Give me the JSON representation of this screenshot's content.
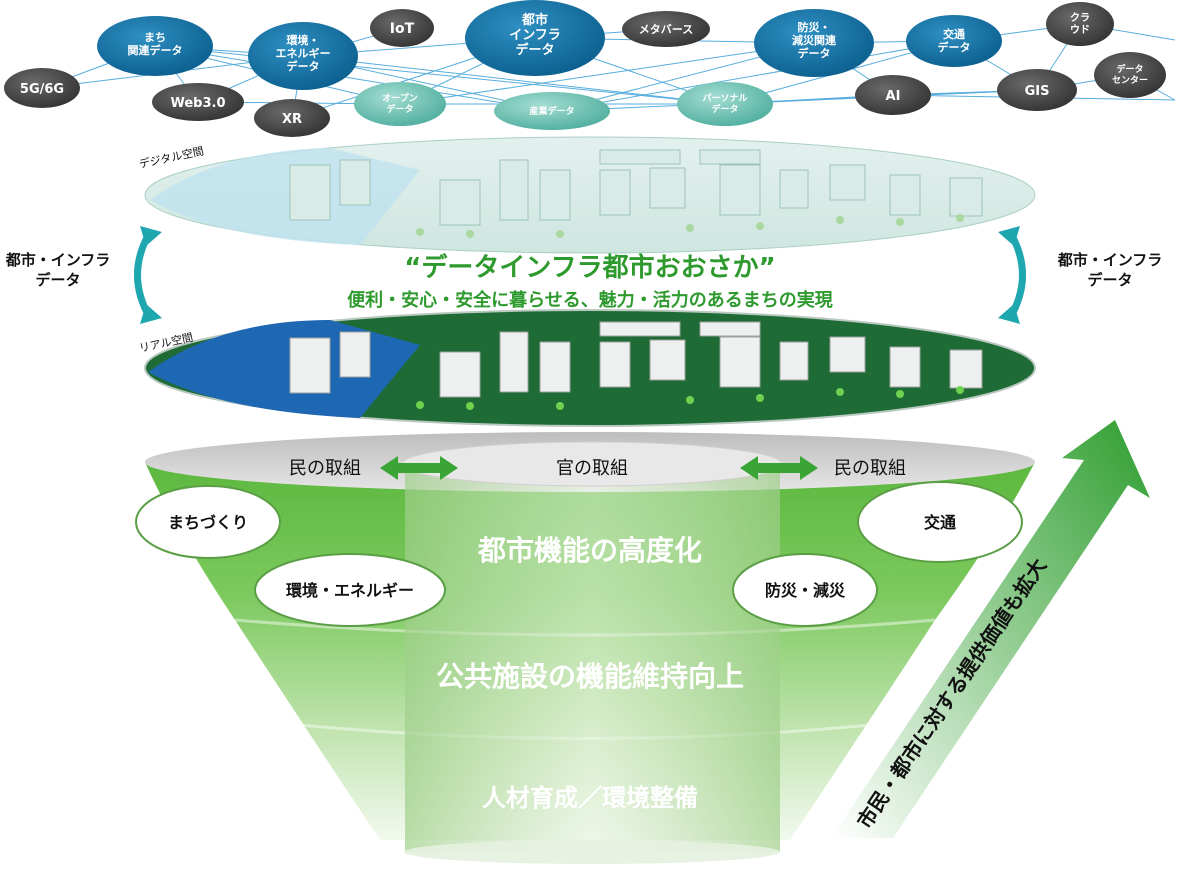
{
  "network": {
    "nodes": {
      "machi": "まち\n関連データ",
      "env": "環境・\nエネルギー\nデータ",
      "iot": "IoT",
      "toshi": "都市\nインフラ\nデータ",
      "metaverse": "メタバース",
      "bousai": "防災・\n減災関連\nデータ",
      "koutsu": "交通\nデータ",
      "cloud": "クラ\nウド",
      "g5": "5G/6G",
      "web3": "Web3.0",
      "xr": "XR",
      "open": "オープン\nデータ",
      "sangyo": "産業データ",
      "personal": "パーソナル\nデータ",
      "ai": "AI",
      "gis": "GIS",
      "datacenter": "データ\nセンター"
    }
  },
  "layers": {
    "digital_label": "デジタル空間",
    "real_label": "リアル空間"
  },
  "sync": {
    "left": "都市・インフラ\nデータ",
    "right": "都市・インフラ\nデータ"
  },
  "slogan": {
    "title": "“データインフラ都市おおさか”",
    "subtitle": "便利・安心・安全に暮らせる、魅力・活力のあるまちの実現"
  },
  "funnel": {
    "left_label": "民の取組",
    "center_label": "官の取組",
    "right_label": "民の取組",
    "tier1": "都市機能の高度化",
    "tier2": "公共施設の機能維持向上",
    "tier3": "人材育成／環境整備",
    "bubbles": {
      "machizukuri": "まちづくり",
      "kankyo": "環境・エネルギー",
      "koutsu": "交通",
      "bousai": "防災・減災"
    }
  },
  "value_arrow": "市民・都市に対する提供価値も拡大",
  "colors": {
    "blue_node": "#0b5f8e",
    "gray_node": "#3f3f3f",
    "teal_node": "#6cc1b3",
    "slogan_green": "#2e9a2e",
    "funnel_green": "#6cbf4c",
    "arrow_green": "#3aa535",
    "sync_teal": "#1fa7b0"
  }
}
